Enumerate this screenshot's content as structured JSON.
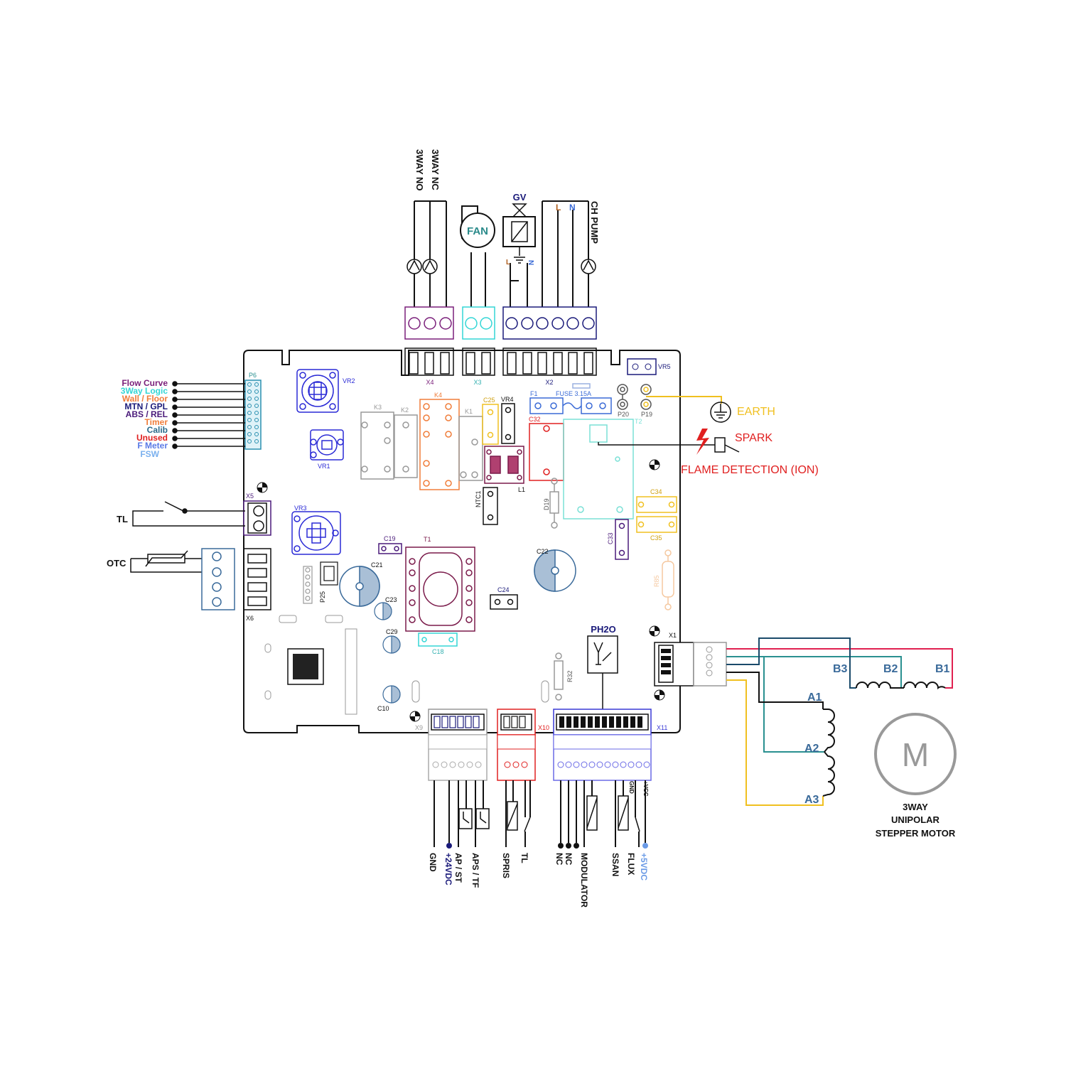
{
  "colors": {
    "purple": "#7a1f7a",
    "cyan": "#33d6d6",
    "navy": "#1a1a7a",
    "orange": "#f07d3a",
    "yellow": "#f0c020",
    "red": "#e02020",
    "gray": "#999999",
    "blue": "#3a3ad6",
    "teal": "#2a9090",
    "lightblue": "#6a8ae6",
    "peach": "#f5c8a0",
    "maroon": "#7a1a4a",
    "steel": "#3a6a9a",
    "darkpurple": "#4a1a7a"
  },
  "top_wires": {
    "way_no": "3WAY NO",
    "way_nc": "3WAY NC",
    "fan": "FAN",
    "gv": "GV",
    "l": "L",
    "n": "N",
    "gv_l": "L",
    "gv_n": "N",
    "ch_pump": "CH PUMP"
  },
  "connectors": {
    "x1": "X1",
    "x2": "X2",
    "x3": "X3",
    "x4": "X4",
    "x5": "X5",
    "x6": "X6",
    "x9": "X9",
    "x10": "X10",
    "x11": "X11",
    "p6": "P6",
    "p19": "P19",
    "p20": "P20",
    "p25": "P25"
  },
  "components": {
    "vr1": "VR1",
    "vr2": "VR2",
    "vr3": "VR3",
    "vr4": "VR4",
    "vr5": "VR5",
    "k1": "K1",
    "k2": "K2",
    "k3": "K3",
    "k4": "K4",
    "c10": "C10",
    "c18": "C18",
    "c19": "C19",
    "c21": "C21",
    "c22": "C22",
    "c23": "C23",
    "c24": "C24",
    "c25": "C25",
    "c29": "C29",
    "c32": "C32",
    "c33": "C33",
    "c34": "C34",
    "c35": "C35",
    "t1": "T1",
    "t2": "T2",
    "l1": "L1",
    "f1": "F1",
    "fuse": "FUSE 3.15A",
    "ntc1": "NTC1",
    "d19": "D19",
    "r32": "R32",
    "r85": "R85"
  },
  "p6_labels": [
    {
      "text": "Flow Curve",
      "color": "#7a1f7a"
    },
    {
      "text": "3Way Logic",
      "color": "#33d6d6"
    },
    {
      "text": "Wall / Floor",
      "color": "#f07d3a"
    },
    {
      "text": "MTN / GPL",
      "color": "#1a1a7a"
    },
    {
      "text": "ABS / REL",
      "color": "#4a1a7a"
    },
    {
      "text": "Timer",
      "color": "#f07d3a"
    },
    {
      "text": "Calib",
      "color": "#2a6a8a"
    },
    {
      "text": "Unused",
      "color": "#e02020"
    },
    {
      "text": "F Meter",
      "color": "#5a7ae6"
    },
    {
      "text": "FSW",
      "color": "#7ab0ee"
    }
  ],
  "left_labels": {
    "tl": "TL",
    "otc": "OTC"
  },
  "right_labels": {
    "earth": "EARTH",
    "spark": "SPARK",
    "flame": "FLAME DETECTION (ION)",
    "ph2o": "PH2O"
  },
  "motor": {
    "b1": "B1",
    "b2": "B2",
    "b3": "B3",
    "a1": "A1",
    "a2": "A2",
    "a3": "A3",
    "m": "M",
    "title1": "3WAY",
    "title2": "UNIPOLAR",
    "title3": "STEPPER MOTOR"
  },
  "bottom_labels": {
    "gnd": "GND",
    "v24": "+24VDC",
    "ap_st": "AP / ST",
    "aps_tf": "APS / TF",
    "spris": "SPRIS",
    "tl": "TL",
    "nc1": "NC",
    "nc2": "NC",
    "modulator": "MODULATOR",
    "ssan": "SSAN",
    "flux": "FLUX",
    "v5": "+5VDC",
    "gnd_small": "GND",
    "vcc_small": "+VCC"
  }
}
